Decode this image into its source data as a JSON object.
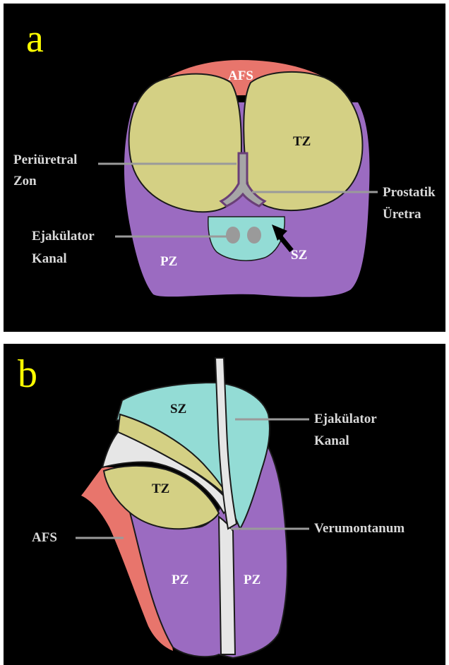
{
  "panel_a": {
    "letter": "a",
    "labels": {
      "afs": "AFS",
      "tz": "TZ",
      "pz": "PZ",
      "sz": "SZ",
      "periuretral_line1": "Periüretral",
      "periuretral_line2": "Zon",
      "prostatik_line1": "Prostatik",
      "prostatik_line2": "Üretra",
      "ejakulator_line1": "Ejakülator",
      "ejakulator_line2": "Kanal"
    }
  },
  "panel_b": {
    "letter": "b",
    "labels": {
      "sz": "SZ",
      "tz": "TZ",
      "pz_left": "PZ",
      "pz_right": "PZ",
      "afs": "AFS",
      "ejakulator_line1": "Ejakülator",
      "ejakulator_line2": "Kanal",
      "verumontanum": "Verumontanum"
    }
  },
  "colors": {
    "background": "#000000",
    "afs": "#e8756c",
    "tz": "#d4d084",
    "pz": "#9b6bc1",
    "sz": "#93dcd5",
    "urethra": "#a6a6a6",
    "duct": "#e6e6e6",
    "letter": "#ffff00",
    "leader": "#9a9a9a"
  }
}
